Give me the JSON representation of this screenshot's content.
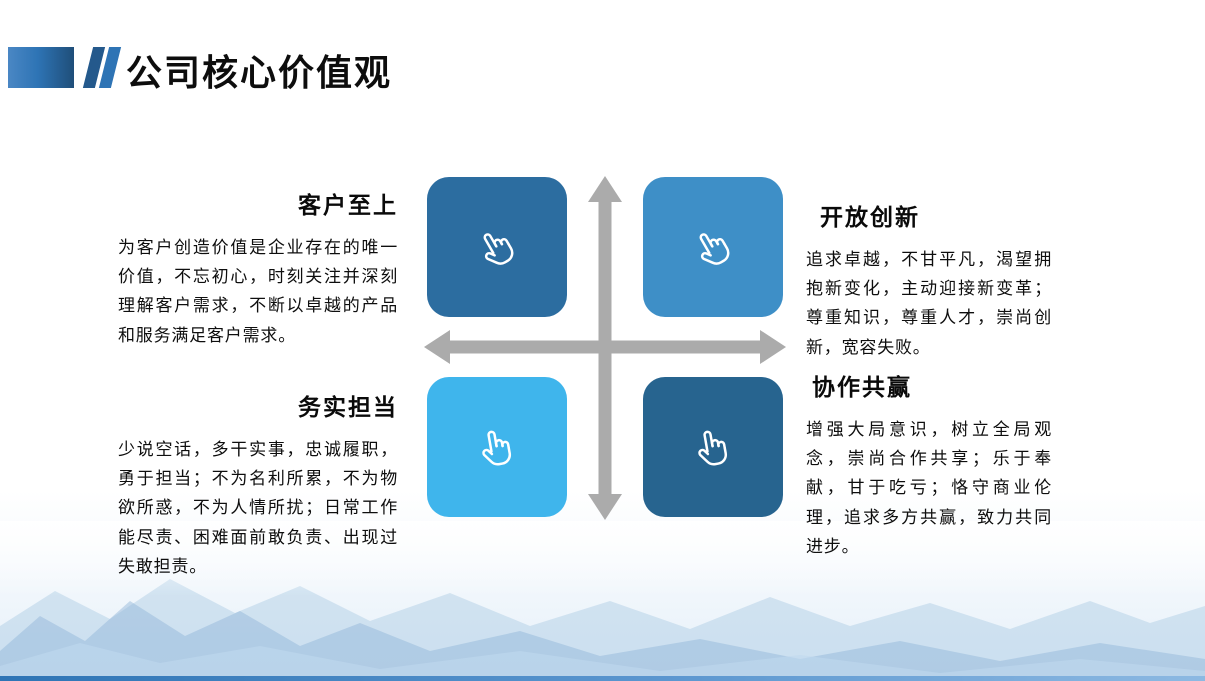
{
  "slide_title": "公司核心价值观",
  "values": [
    {
      "id": "customer-first",
      "heading": "客户至上",
      "body": "为客户创造价值是企业存在的唯一价值，不忘初心，时刻关注并深刻理解客户需求，不断以卓越的产品和服务满足客户需求。",
      "tile_color": "#2C6DA0",
      "icon": "hand-click-icon"
    },
    {
      "id": "open-innovation",
      "heading": "开放创新",
      "body": "追求卓越，不甘平凡，渴望拥抱新变化，主动迎接新变革；尊重知识，尊重人才，崇尚创新，宽容失败。",
      "tile_color": "#3E8FC7",
      "icon": "hand-click-icon"
    },
    {
      "id": "pragmatic-responsibility",
      "heading": "务实担当",
      "body": "少说空话，多干实事，忠诚履职，勇于担当；不为名利所累，不为物欲所惑，不为人情所扰；日常工作能尽责、困难面前敢负责、出现过失敢担责。",
      "tile_color": "#3FB5EC",
      "icon": "hand-click-icon"
    },
    {
      "id": "win-win-collaboration",
      "heading": "协作共赢",
      "body": "增强大局意识，树立全局观念，崇尚合作共享；乐于奉献，甘于吃亏；恪守商业伦理，追求多方共赢，致力共同进步。",
      "tile_color": "#27648F",
      "icon": "hand-click-icon"
    }
  ],
  "colors": {
    "accent_bar": "#2E74B5",
    "accent_dark": "#1F4E79",
    "arrow_gray": "#ABABAB",
    "title_text": "#0D0D0D",
    "body_text": "#0E0E0E",
    "tile_icon": "#FFFFFF",
    "bottom_bar_start": "#2E74B5",
    "bottom_bar_end": "#8DB9E2",
    "mountain_back": "#9FC2E0",
    "mountain_mid": "#8FB4D8",
    "mountain_front": "#BFD8EE"
  }
}
